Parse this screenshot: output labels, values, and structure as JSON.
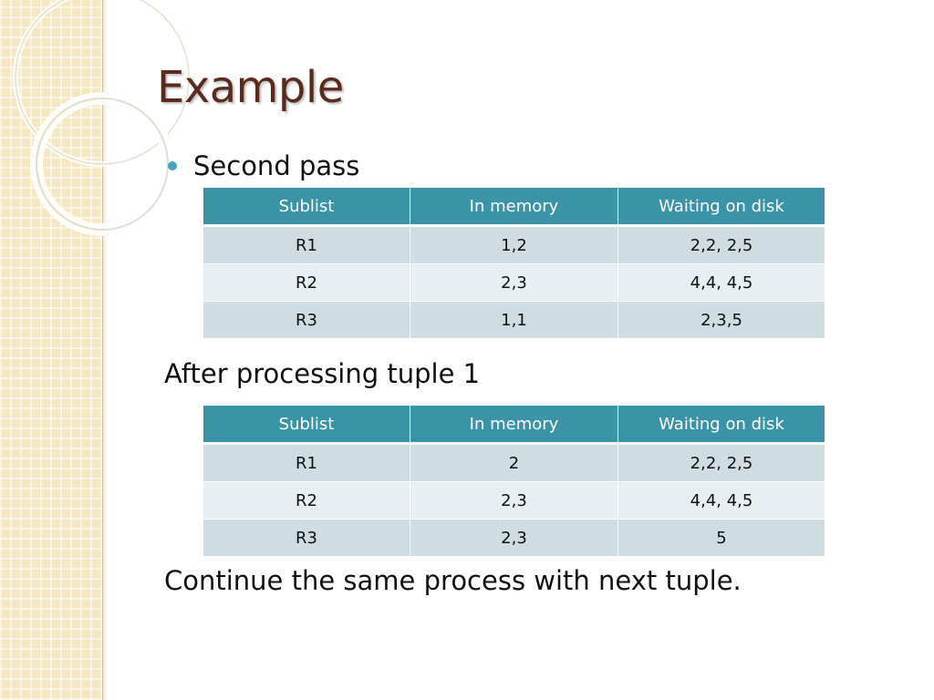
{
  "slide": {
    "title": "Example",
    "bullet": "Second pass",
    "after_text": "After processing tuple 1",
    "continue_text": "Continue the same process with next tuple."
  },
  "colors": {
    "title": "#5b2a1f",
    "header_bg": "#3b93a8",
    "row_odd": "#cfdde3",
    "row_even": "#e8eff2",
    "bullet": "#45a5b8",
    "strip": "#f4e7c2"
  },
  "table1": {
    "headers": [
      "Sublist",
      "In memory",
      "Waiting on disk"
    ],
    "rows": [
      [
        "R1",
        "1,2",
        "2,2, 2,5"
      ],
      [
        "R2",
        "2,3",
        "4,4, 4,5"
      ],
      [
        "R3",
        "1,1",
        "2,3,5"
      ]
    ]
  },
  "table2": {
    "headers": [
      "Sublist",
      "In memory",
      "Waiting on disk"
    ],
    "rows": [
      [
        "R1",
        "2",
        "2,2, 2,5"
      ],
      [
        "R2",
        "2,3",
        "4,4, 4,5"
      ],
      [
        "R3",
        "2,3",
        "5"
      ]
    ]
  }
}
